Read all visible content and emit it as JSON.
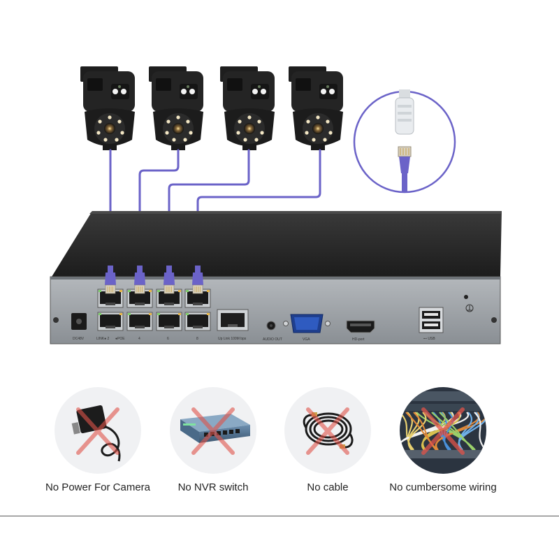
{
  "panel_labels": {
    "power": "DC48V",
    "port_group_1": "LINK● 2",
    "port_group_2": "●POE",
    "port_4": "4",
    "port_6": "6",
    "port_8": "8",
    "uplink": "Up Link 100M bps",
    "audio": "AUDIO OUT",
    "vga": "VGA",
    "hdmi": "HD-port",
    "usb": "⊷ USB"
  },
  "features": [
    {
      "label": "No Power For Camera"
    },
    {
      "label": "No NVR switch"
    },
    {
      "label": "No cable"
    },
    {
      "label": "No cumbersome wiring"
    }
  ],
  "colors": {
    "cable": "#6b63c8",
    "cross": "#e0534a",
    "nvr_body": "#2a2a2a",
    "panel": "#9aa0a6"
  }
}
